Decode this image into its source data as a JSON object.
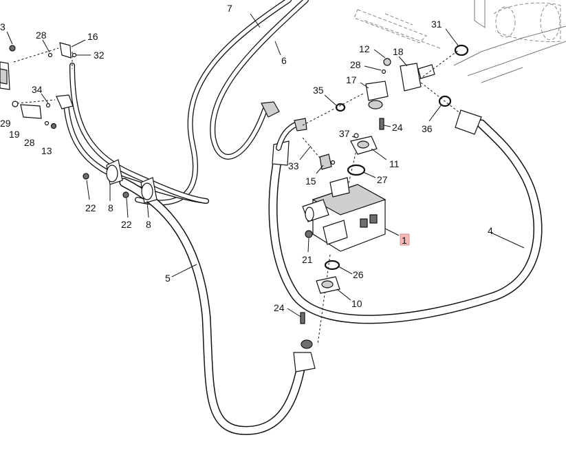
{
  "callouts": [
    {
      "id": "c3",
      "label": "3"
    },
    {
      "id": "c28a",
      "label": "28"
    },
    {
      "id": "c16",
      "label": "16"
    },
    {
      "id": "c32",
      "label": "32"
    },
    {
      "id": "c34",
      "label": "34"
    },
    {
      "id": "c29",
      "label": "29"
    },
    {
      "id": "c19",
      "label": "19"
    },
    {
      "id": "c28b",
      "label": "28"
    },
    {
      "id": "c13",
      "label": "13"
    },
    {
      "id": "c7",
      "label": "7"
    },
    {
      "id": "c6",
      "label": "6"
    },
    {
      "id": "c12",
      "label": "12"
    },
    {
      "id": "c18",
      "label": "18"
    },
    {
      "id": "c31",
      "label": "31"
    },
    {
      "id": "c28c",
      "label": "28"
    },
    {
      "id": "c17",
      "label": "17"
    },
    {
      "id": "c35",
      "label": "35"
    },
    {
      "id": "c36",
      "label": "36"
    },
    {
      "id": "c24a",
      "label": "24"
    },
    {
      "id": "c37",
      "label": "37"
    },
    {
      "id": "c11",
      "label": "11"
    },
    {
      "id": "c33",
      "label": "33"
    },
    {
      "id": "c15",
      "label": "15"
    },
    {
      "id": "c27",
      "label": "27"
    },
    {
      "id": "c22a",
      "label": "22"
    },
    {
      "id": "c8a",
      "label": "8"
    },
    {
      "id": "c22b",
      "label": "22"
    },
    {
      "id": "c8b",
      "label": "8"
    },
    {
      "id": "c1",
      "label": "1"
    },
    {
      "id": "c4",
      "label": "4"
    },
    {
      "id": "c21",
      "label": "21"
    },
    {
      "id": "c5",
      "label": "5"
    },
    {
      "id": "c26",
      "label": "26"
    },
    {
      "id": "c10",
      "label": "10"
    },
    {
      "id": "c24b",
      "label": "24"
    }
  ],
  "highlight": {
    "label_id": "c1",
    "color": "#f4b9b9"
  }
}
